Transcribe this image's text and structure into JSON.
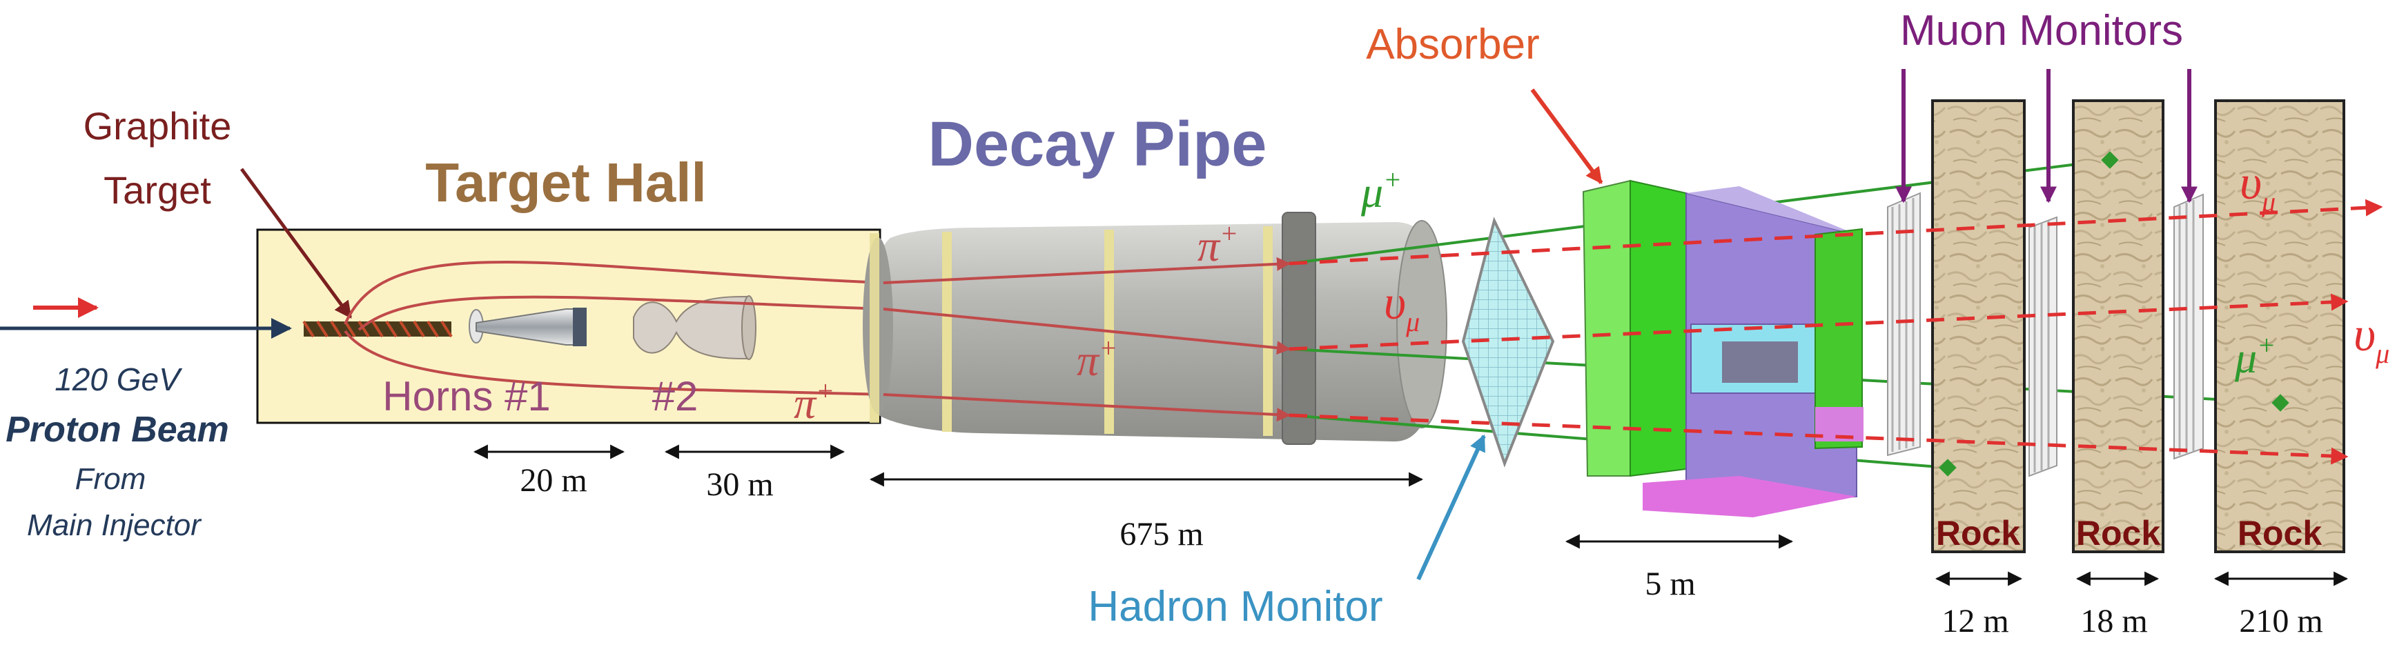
{
  "labels": {
    "graphite_target": [
      "Graphite",
      "Target"
    ],
    "target_hall": "Target Hall",
    "decay_pipe": "Decay Pipe",
    "absorber": "Absorber",
    "muon_monitors": "Muon Monitors",
    "hadron_monitor": "Hadron Monitor",
    "beam_energy": "120 GeV",
    "proton_beam": "Proton Beam",
    "from": "From",
    "main_injector": "Main Injector",
    "horn1": "Horns #1",
    "horn2": "#2",
    "rock": "Rock"
  },
  "particles": {
    "pi_plus": "π",
    "mu_plus": "μ",
    "nu": "υ",
    "plus_sup": "+",
    "mu_sub": "μ"
  },
  "dimensions": {
    "d20": "20 m",
    "d30": "30 m",
    "d675": "675 m",
    "d5": "5 m",
    "d12": "12 m",
    "d18": "18 m",
    "d210": "210 m"
  },
  "colors": {
    "graphite_label": "#7a1f1f",
    "target_hall": "#9a7040",
    "decay_pipe": "#6a6aa8",
    "absorber": "#e05a2b",
    "muon_monitors": "#7b1f7b",
    "hadron_monitor": "#3a93c3",
    "beam_text": "#243a5a",
    "horn_label": "#9a4a7a",
    "pion": "#c04a4a",
    "muon": "#2e9a2e",
    "neutrino": "#e03030",
    "rock_text": "#7a1010",
    "hall_fill": "#fbf3c6"
  }
}
